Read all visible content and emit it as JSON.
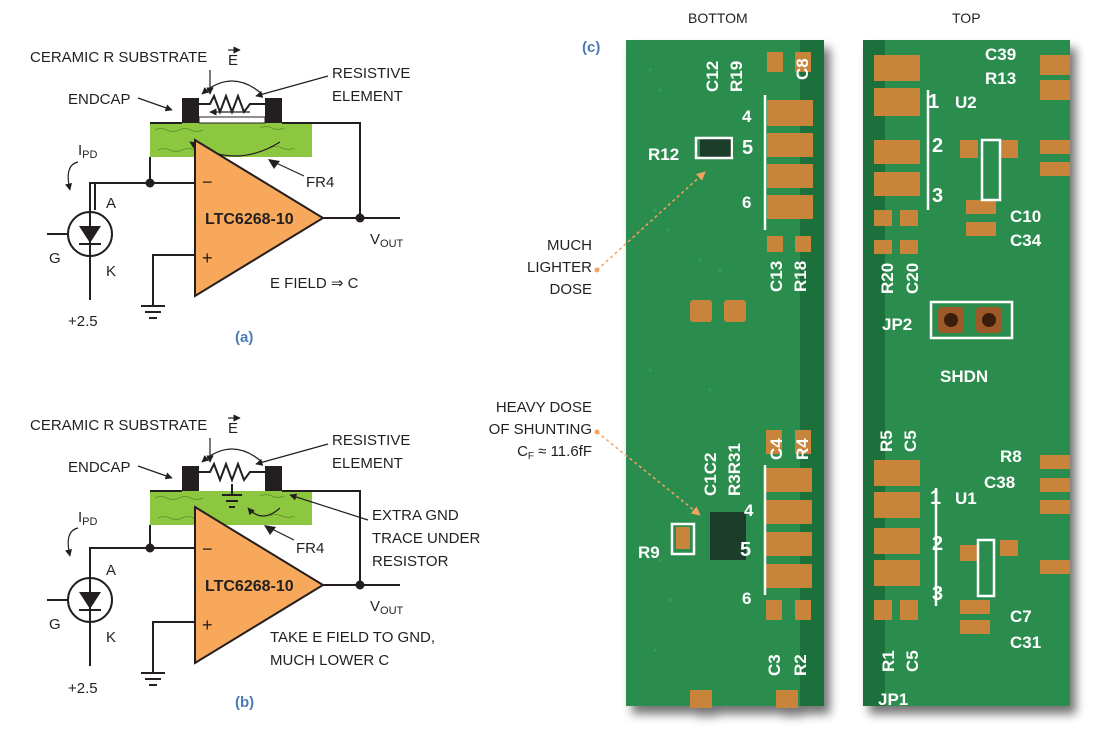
{
  "panel_a": {
    "tag": "(a)",
    "substrate": "CERAMIC R SUBSTRATE",
    "efield": "E",
    "resistive_1": "RESISTIVE",
    "resistive_2": "ELEMENT",
    "endcap": "ENDCAP",
    "ipd": "I",
    "ipd_sub": "PD",
    "fr4": "FR4",
    "minus": "−",
    "plus": "+",
    "opamp": "LTC6268-10",
    "vout": "V",
    "vout_sub": "OUT",
    "pin_a": "A",
    "pin_g": "G",
    "pin_k": "K",
    "supply": "+2.5",
    "note": "E FIELD ⇒ C"
  },
  "panel_b": {
    "tag": "(b)",
    "substrate": "CERAMIC R SUBSTRATE",
    "efield": "E",
    "resistive_1": "RESISTIVE",
    "resistive_2": "ELEMENT",
    "endcap": "ENDCAP",
    "ipd": "I",
    "ipd_sub": "PD",
    "fr4": "FR4",
    "minus": "−",
    "plus": "+",
    "opamp": "LTC6268-10",
    "vout": "V",
    "vout_sub": "OUT",
    "pin_a": "A",
    "pin_g": "G",
    "pin_k": "K",
    "supply": "+2.5",
    "extra_1": "EXTRA GND",
    "extra_2": "TRACE UNDER",
    "extra_3": "RESISTOR",
    "note_1": "TAKE E FIELD TO GND,",
    "note_2": "MUCH LOWER C"
  },
  "panel_c": {
    "tag": "(c)",
    "bottom_title": "BOTTOM",
    "top_title": "TOP",
    "light_1": "MUCH",
    "light_2": "LIGHTER",
    "light_3": "DOSE",
    "heavy_1": "HEAVY DOSE",
    "heavy_2": "OF SHUNTING",
    "heavy_3": "C",
    "heavy_3_sub": "F",
    "heavy_3_val": " ≈ 11.6fF",
    "bottom_labels": {
      "c12": "C12",
      "r19": "R19",
      "c8": "C8",
      "n4a": "4",
      "n5a": "5",
      "n6a": "6",
      "r12": "R12",
      "c13": "C13",
      "r18": "R18",
      "c1c2": "C1C2",
      "r3r31": "R3R31",
      "c4": "C4",
      "r4": "R4",
      "n4b": "4",
      "n5b": "5",
      "n6b": "6",
      "r9": "R9",
      "c3": "C3",
      "r2": "R2"
    },
    "top_labels": {
      "c39": "C39",
      "r13": "R13",
      "n1a": "1",
      "u2": "U2",
      "n2a": "2",
      "n3a": "3",
      "c10": "C10",
      "c34": "C34",
      "r20": "R20",
      "c20": "C20",
      "jp2": "JP2",
      "shdn": "SHDN",
      "r5": "R5",
      "c5": "C5",
      "r8": "R8",
      "c38": "C38",
      "n1b": "1",
      "u1": "U1",
      "n2b": "2",
      "n3b": "3",
      "c7": "C7",
      "c31": "C31",
      "r1": "R1",
      "c5b": "C5",
      "jp1": "JP1"
    }
  }
}
